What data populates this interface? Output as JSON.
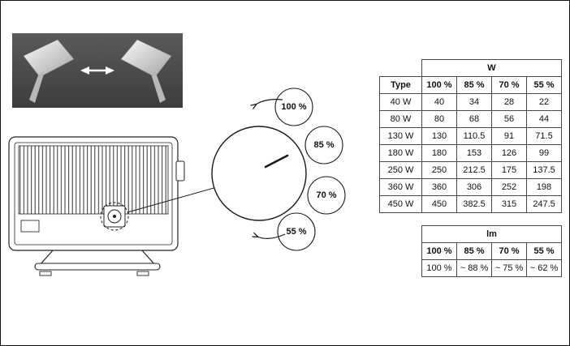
{
  "dial": {
    "options": [
      "100 %",
      "85 %",
      "70 %",
      "55 %"
    ]
  },
  "watt_table": {
    "group_header": "W",
    "group_span": 4,
    "columns": [
      "Type",
      "100 %",
      "85 %",
      "70 %",
      "55 %"
    ],
    "rows": [
      [
        "40 W",
        "40",
        "34",
        "28",
        "22"
      ],
      [
        "80 W",
        "80",
        "68",
        "56",
        "44"
      ],
      [
        "130 W",
        "130",
        "110.5",
        "91",
        "71.5"
      ],
      [
        "180 W",
        "180",
        "153",
        "126",
        "99"
      ],
      [
        "250 W",
        "250",
        "212.5",
        "175",
        "137.5"
      ],
      [
        "360 W",
        "360",
        "306",
        "252",
        "198"
      ],
      [
        "450 W",
        "450",
        "382.5",
        "315",
        "247.5"
      ]
    ]
  },
  "lumen_table": {
    "group_header": "lm",
    "group_span": 4,
    "columns": [
      "100 %",
      "85 %",
      "70 %",
      "55 %"
    ],
    "rows": [
      [
        "100 %",
        "~ 88 %",
        "~ 75 %",
        "~ 62 %"
      ]
    ]
  },
  "colors": {
    "line": "#1a1a1a",
    "photo_background": "#4a4a4a",
    "table_border": "#4a4a4a"
  }
}
